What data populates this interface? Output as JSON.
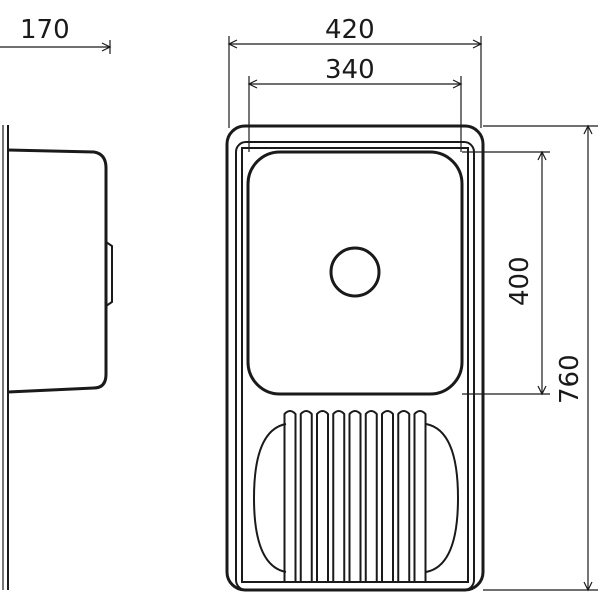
{
  "dimensions": {
    "depth": "170",
    "outer_width": "420",
    "bowl_width": "340",
    "bowl_length": "400",
    "total_length": "760"
  },
  "drainboard": {
    "groove_count": 9
  },
  "colors": {
    "line": "#1a1a1a",
    "background": "#ffffff"
  }
}
